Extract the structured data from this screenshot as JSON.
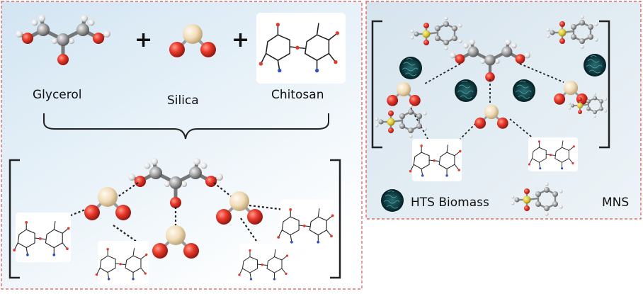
{
  "left_panel": {
    "labels": {
      "glycerol": "Glycerol",
      "silica": "Silica",
      "chitosan": "Chitosan"
    },
    "plus_symbol": "+"
  },
  "right_panel": {
    "legend": {
      "biomass": "HTS Biomass",
      "mns": "MNS"
    }
  },
  "colors": {
    "left_panel_bg_top": "#dcebf5",
    "left_panel_bg_bottom": "#ffffff",
    "right_panel_bg": "#e1ebf2",
    "frame_dash": "#d9534f",
    "oxygen": "#e23b2e",
    "carbon": "#9a9a9a",
    "hydrogen": "#eeeeee",
    "silicon": "#f0dcb8",
    "sulfur": "#d8c436",
    "biomass": "#0c2f36"
  }
}
